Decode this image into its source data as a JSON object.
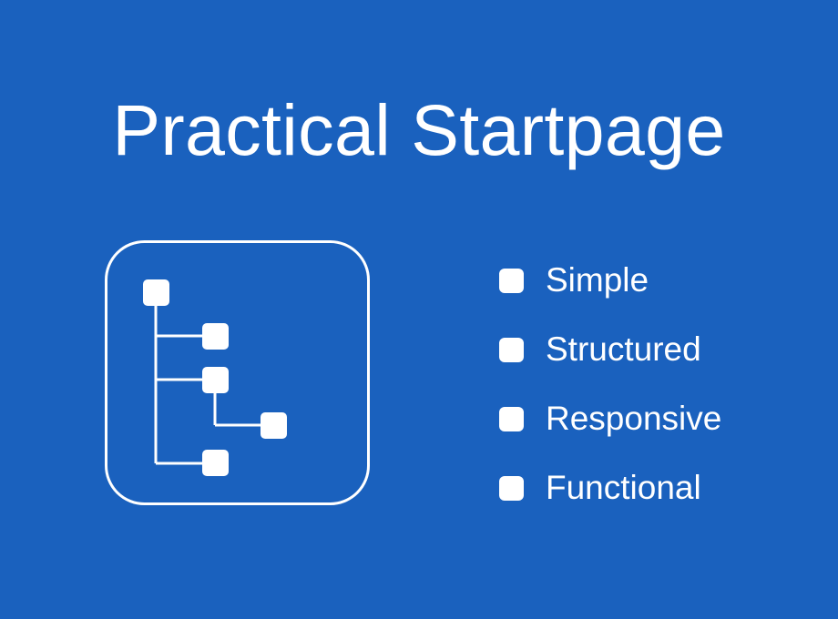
{
  "title": "Practical Startpage",
  "logo_icon": "tree-structure-icon",
  "features": [
    "Simple",
    "Structured",
    "Responsive",
    "Functional"
  ],
  "colors": {
    "background": "#1a61be",
    "foreground": "#ffffff"
  }
}
